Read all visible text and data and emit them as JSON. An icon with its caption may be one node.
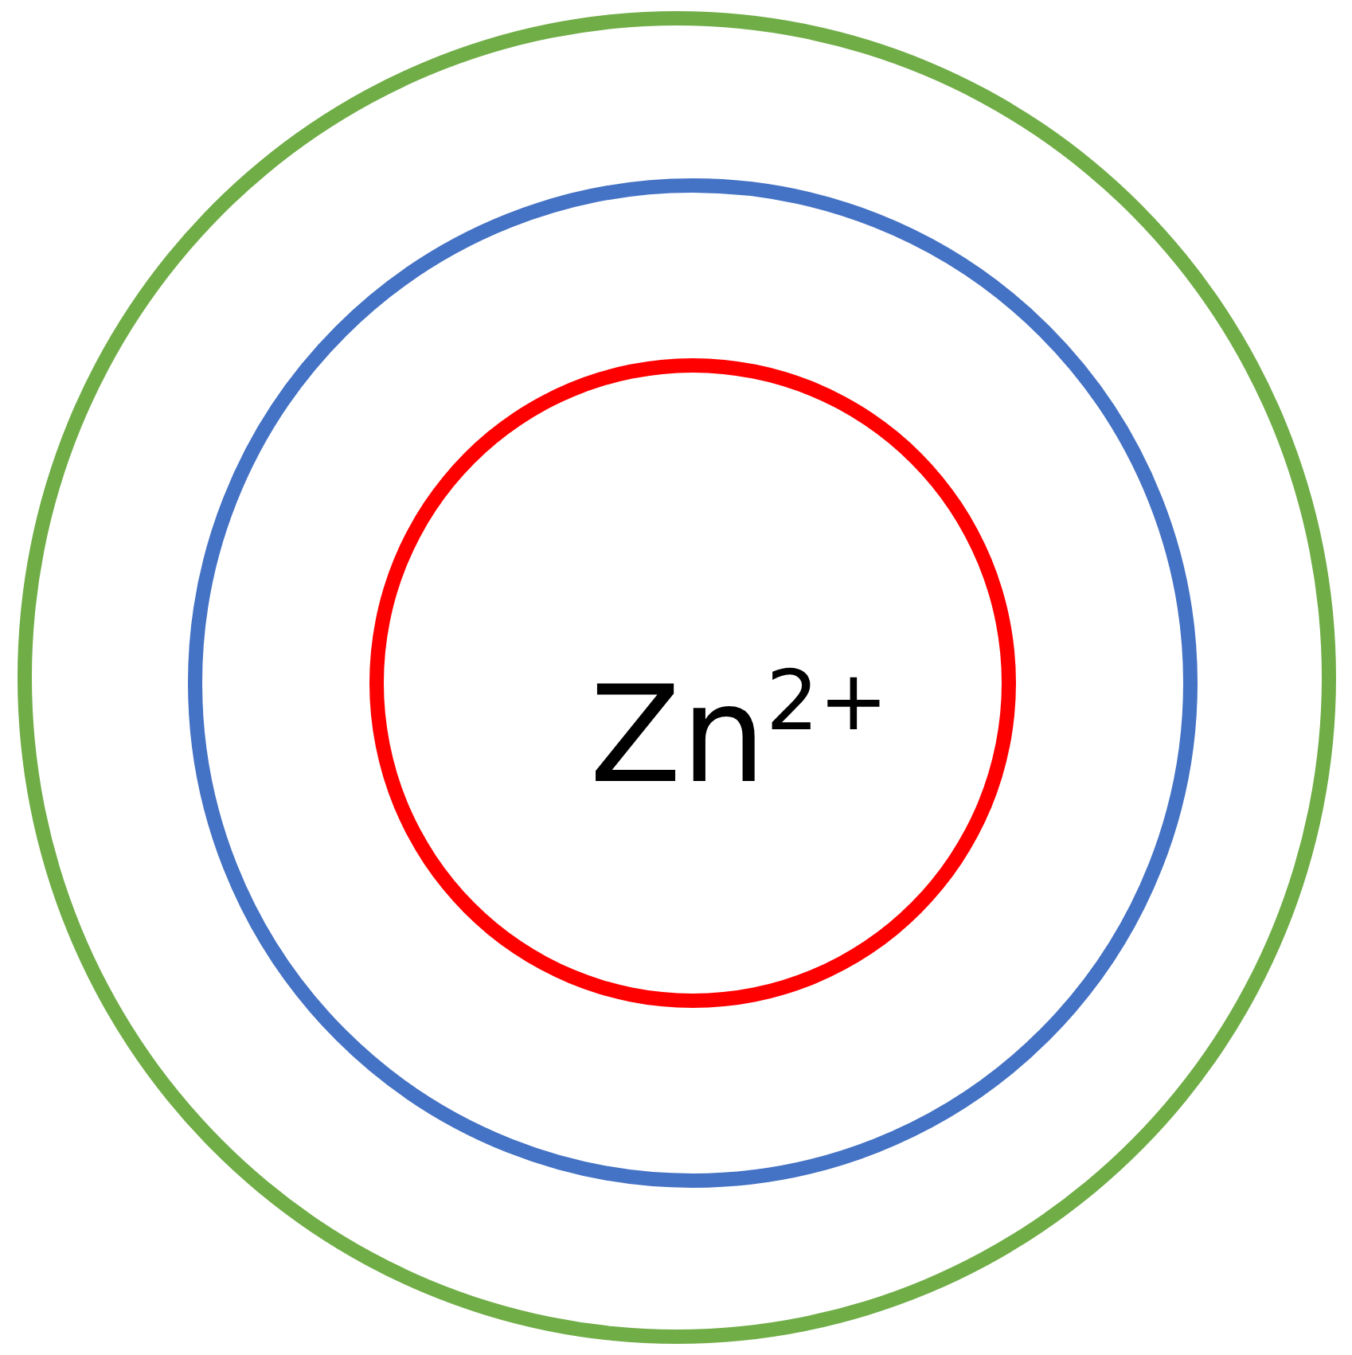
{
  "diagram": {
    "nodes": [
      {
        "text": [],
        "shape": "circle"
      },
      {
        "text": [],
        "shape": "circle",
        "in": 0
      },
      {
        "text": [
          "Zn$^{2+}$"
        ],
        "in": 1
      }
    ]
  }
}
